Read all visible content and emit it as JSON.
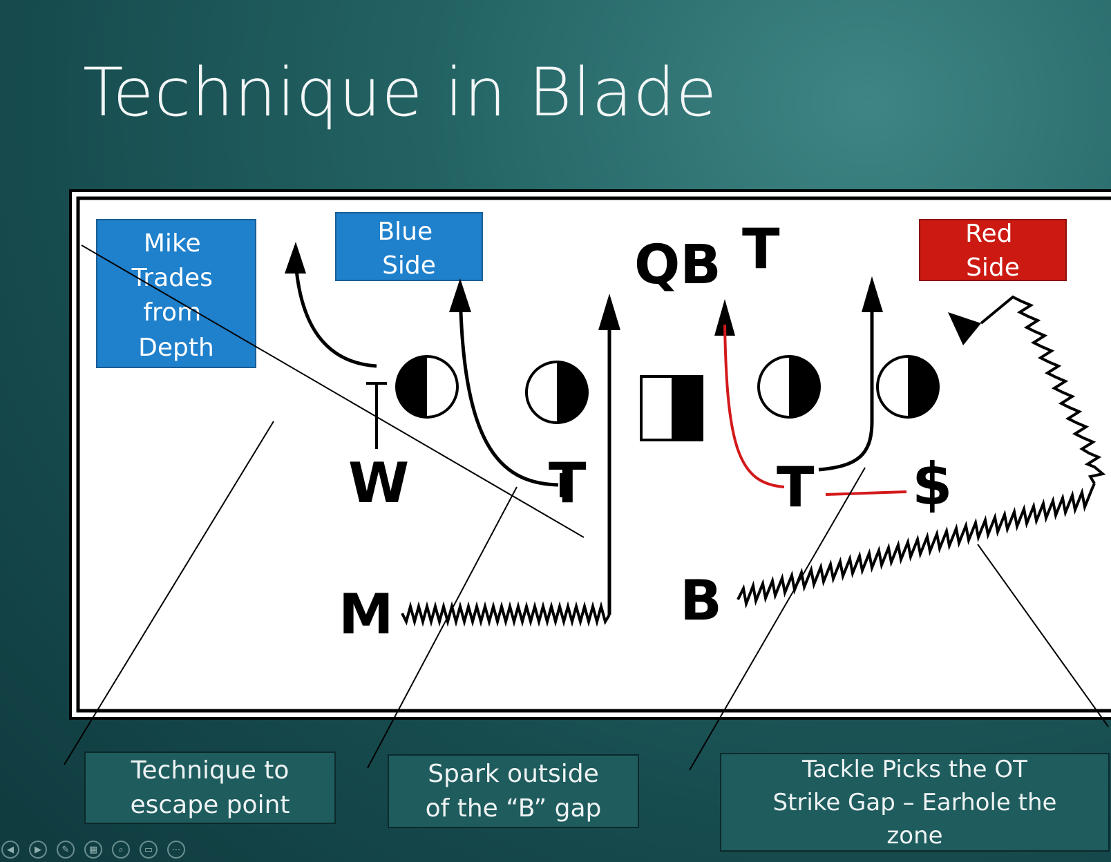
{
  "slide": {
    "title": "Technique in Blade"
  },
  "labels": {
    "mike_trades": "Mike\nTrades\nfrom\nDepth",
    "blue_side": "Blue\nSide",
    "red_side": "Red\nSide",
    "qb": "QB",
    "top_t": "T",
    "w": "W",
    "left_t": "T",
    "right_t": "T",
    "dollar": "$",
    "m": "M",
    "b": "B"
  },
  "callouts": {
    "escape": "Technique to\nescape point",
    "spark": "Spark outside\nof the “B” gap",
    "tackle": "Tackle Picks the OT\nStrike Gap – Earhole the\nzone"
  },
  "colors": {
    "blue_box": "#1f80cc",
    "red_box": "#cc1a12",
    "red_route": "#d3191b",
    "callout_bg": "#1f5c5e"
  },
  "toolbar": {
    "icons": [
      "previous-icon",
      "next-icon",
      "pen-icon",
      "slides-icon",
      "zoom-icon",
      "subtitles-icon",
      "more-icon"
    ]
  }
}
